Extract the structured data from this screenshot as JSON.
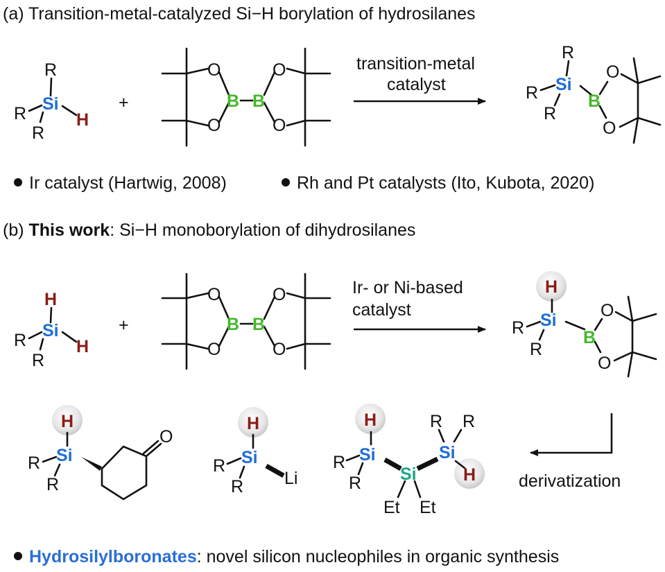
{
  "part_a": {
    "title": "(a) Transition-metal-catalyzed Si−H borylation of hydrosilanes",
    "plus": "+",
    "condition_line1": "transition-metal",
    "condition_line2": "catalyst",
    "bullet1": "Ir catalyst (Hartwig, 2008)",
    "bullet2": "Rh and Pt catalysts (Ito, Kubota, 2020)"
  },
  "part_b": {
    "title_prefix": "(b) ",
    "title_bold": "This work",
    "title_rest": ": Si−H monoborylation of dihydrosilanes",
    "plus": "+",
    "condition_line1": "Ir- or Ni-based",
    "condition_line2": "catalyst",
    "derivatization": "derivatization",
    "bottom_bold": "Hydrosilylboronates",
    "bottom_rest": ": novel silicon nucleophiles in organic synthesis"
  },
  "atoms": {
    "R": "R",
    "Si": "Si",
    "H": "H",
    "B": "B",
    "O": "O",
    "Li": "Li",
    "Et": "Et"
  },
  "colors": {
    "silicon": "#1f6ed6",
    "silicon_center": "#1fa58a",
    "hydrogen": "#8a1c17",
    "boron": "#44b82a",
    "accent_text": "#2a6fd6"
  }
}
